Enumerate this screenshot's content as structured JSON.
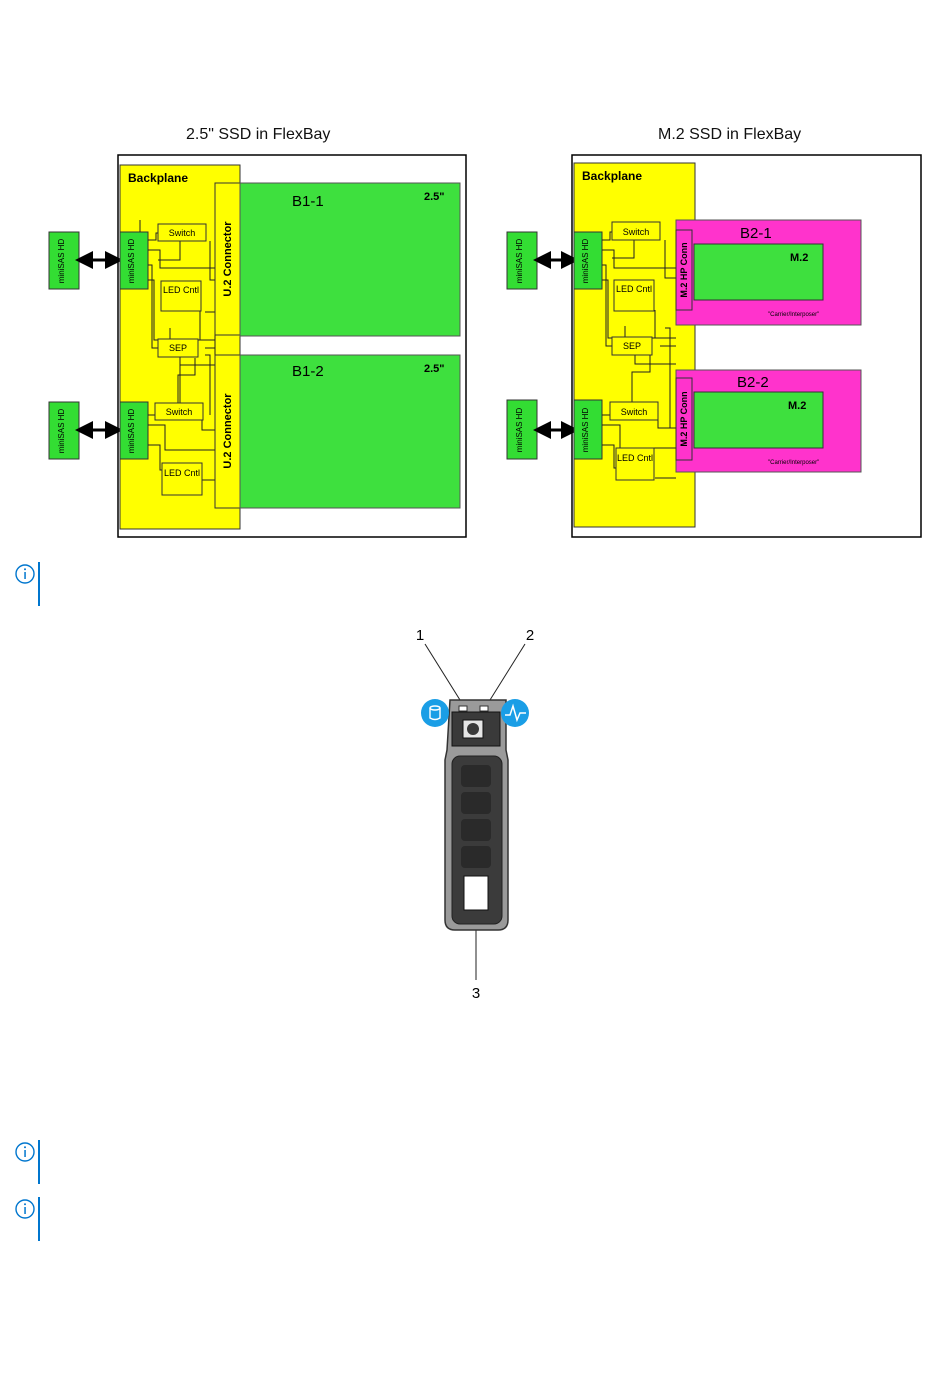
{
  "diagram_left": {
    "title": "2.5\" SSD in FlexBay",
    "backplane_label": "Backplane",
    "minisas_external": [
      "miniSAS HD",
      "miniSAS HD"
    ],
    "minisas_internal": [
      "miniSAS HD",
      "miniSAS HD"
    ],
    "switch_labels": [
      "Switch",
      "Switch"
    ],
    "led_labels": [
      "LED Cntl",
      "LED Cntl"
    ],
    "sep_label": "SEP",
    "connector_labels": [
      "U.2 Connector",
      "U.2 Connector"
    ],
    "bays": [
      {
        "name": "B1-1",
        "size": "2.5\""
      },
      {
        "name": "B1-2",
        "size": "2.5\""
      }
    ]
  },
  "diagram_right": {
    "title": "M.2 SSD in FlexBay",
    "backplane_label": "Backplane",
    "minisas_external": [
      "miniSAS HD",
      "miniSAS HD"
    ],
    "minisas_internal": [
      "miniSAS HD",
      "miniSAS HD"
    ],
    "switch_labels": [
      "Switch",
      "Switch"
    ],
    "led_labels": [
      "LED Cntl",
      "LED Cntl"
    ],
    "sep_label": "SEP",
    "connector_labels": [
      "M.2 HP Conn",
      "M.2 HP Conn"
    ],
    "bays": [
      {
        "name": "B2-1",
        "module": "M.2",
        "carrier": "\"Carrier/Interposer\""
      },
      {
        "name": "B2-2",
        "module": "M.2",
        "carrier": "\"Carrier/Interposer\""
      }
    ]
  },
  "drive_figure": {
    "callouts": [
      "1",
      "2",
      "3"
    ]
  },
  "colors": {
    "backplane": "#ffff00",
    "component": "#33ff33",
    "carrier": "#ff33cc",
    "info_icon": "#0076ce",
    "led_bubble": "#1a9ee6"
  },
  "icons": [
    "info-icon",
    "drive-activity-icon",
    "drive-status-icon",
    "arrow-icon"
  ]
}
